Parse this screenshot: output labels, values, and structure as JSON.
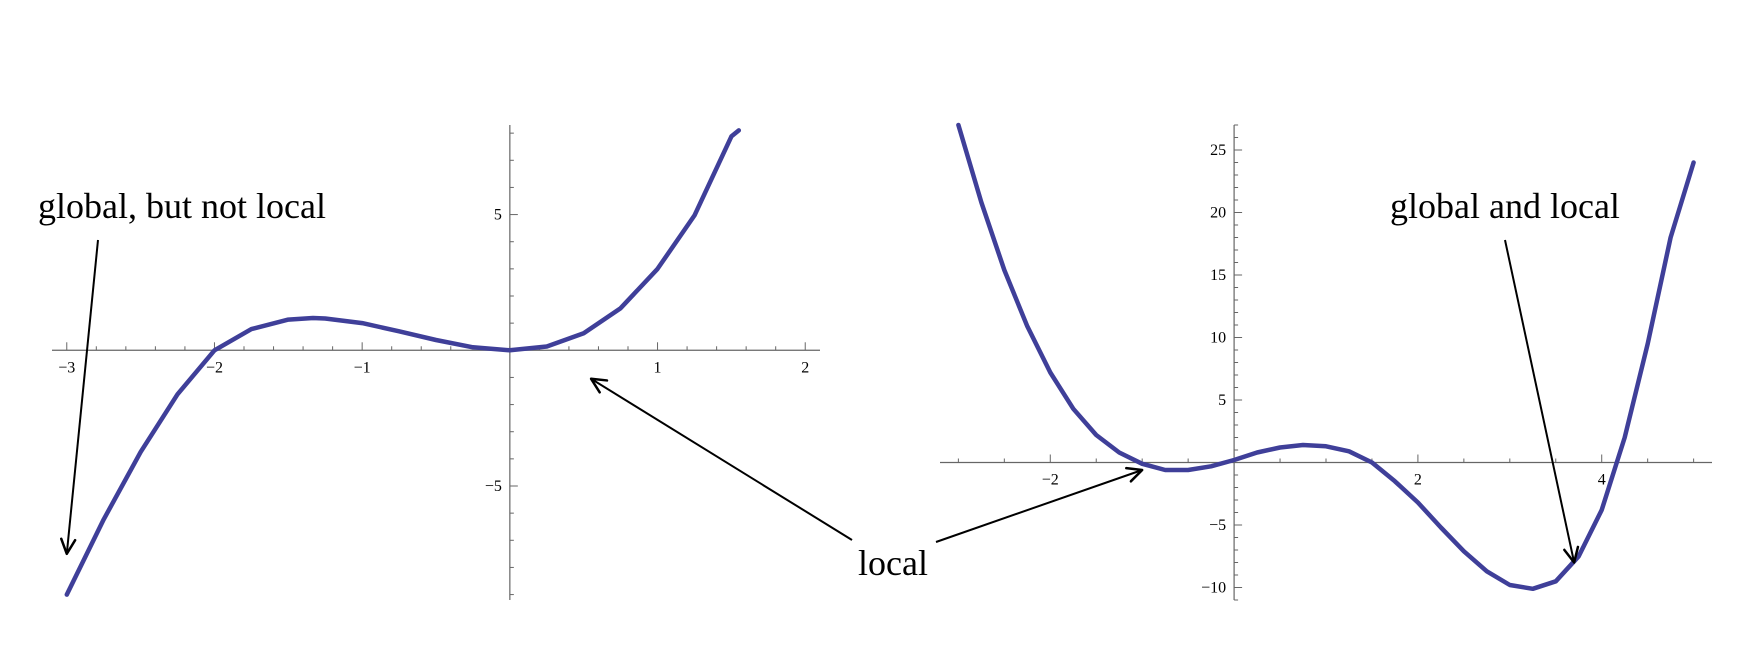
{
  "chart_data": [
    {
      "type": "line",
      "title": "",
      "xlabel": "",
      "ylabel": "",
      "xlim": [
        -3.1,
        2.1
      ],
      "ylim": [
        -9.2,
        8.3
      ],
      "xticks": [
        -3,
        -2,
        -1,
        1,
        2
      ],
      "yticks": [
        -5,
        5
      ],
      "grid": false,
      "series": [
        {
          "x": [
            -3.0,
            -2.75,
            -2.5,
            -2.25,
            -2.0,
            -1.75,
            -1.5,
            -1.333,
            -1.25,
            -1.0,
            -0.75,
            -0.5,
            -0.25,
            0.0,
            0.25,
            0.5,
            0.75,
            1.0,
            1.25,
            1.5,
            1.55
          ],
          "y": [
            -9.0,
            -6.23,
            -3.75,
            -1.62,
            0.0,
            0.78,
            1.13,
            1.19,
            1.17,
            1.0,
            0.7,
            0.38,
            0.11,
            0.0,
            0.14,
            0.63,
            1.55,
            3.0,
            4.97,
            7.88,
            8.1
          ]
        }
      ],
      "annotations": [
        {
          "text": "global, but not local",
          "x": -3.0,
          "y": -7.5
        },
        {
          "text": "local",
          "x": 0.55,
          "y": -1.05
        }
      ]
    },
    {
      "type": "line",
      "title": "",
      "xlabel": "",
      "ylabel": "",
      "xlim": [
        -3.2,
        5.2
      ],
      "ylim": [
        -11,
        27
      ],
      "xticks": [
        -2,
        2,
        4
      ],
      "yticks": [
        -10,
        -5,
        5,
        10,
        15,
        20,
        25
      ],
      "grid": false,
      "series": [
        {
          "x": [
            -3.0,
            -2.75,
            -2.5,
            -2.25,
            -2.0,
            -1.75,
            -1.5,
            -1.25,
            -1.0,
            -0.75,
            -0.5,
            -0.25,
            0.0,
            0.25,
            0.5,
            0.75,
            1.0,
            1.25,
            1.5,
            1.75,
            2.0,
            2.25,
            2.5,
            2.75,
            3.0,
            3.25,
            3.5,
            3.75,
            4.0,
            4.25,
            4.5,
            4.75,
            5.0
          ],
          "y": [
            27.0,
            20.8,
            15.4,
            10.9,
            7.2,
            4.3,
            2.2,
            0.8,
            -0.1,
            -0.6,
            -0.6,
            -0.3,
            0.2,
            0.8,
            1.2,
            1.4,
            1.3,
            0.9,
            0.0,
            -1.5,
            -3.2,
            -5.2,
            -7.1,
            -8.7,
            -9.8,
            -10.1,
            -9.5,
            -7.5,
            -3.8,
            2.0,
            9.5,
            18.0,
            24.0
          ]
        }
      ],
      "annotations": [
        {
          "text": "global and local",
          "x": 3.7,
          "y": -8.0
        },
        {
          "text": "local",
          "x": -1.0,
          "y": -0.6
        }
      ]
    }
  ],
  "colors": {
    "curve": "#3f3f99",
    "axis": "#666666",
    "annotation": "#000000"
  }
}
